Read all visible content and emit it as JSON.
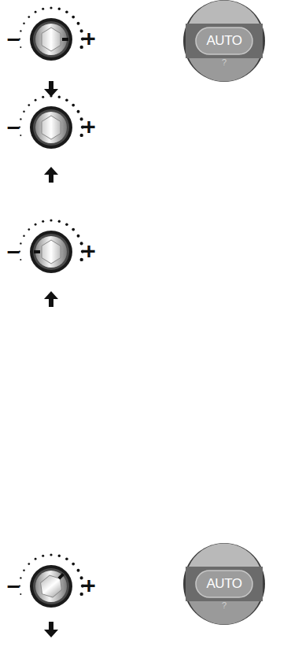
{
  "diagram": {
    "nodes": [
      {
        "text": [
          "AUTO",
          "?"
        ]
      },
      {
        "text": [
          "AUTO",
          "?"
        ]
      }
    ],
    "labels": [
      "–",
      "+",
      "–",
      "+",
      "–",
      "+",
      "–",
      "+"
    ]
  }
}
